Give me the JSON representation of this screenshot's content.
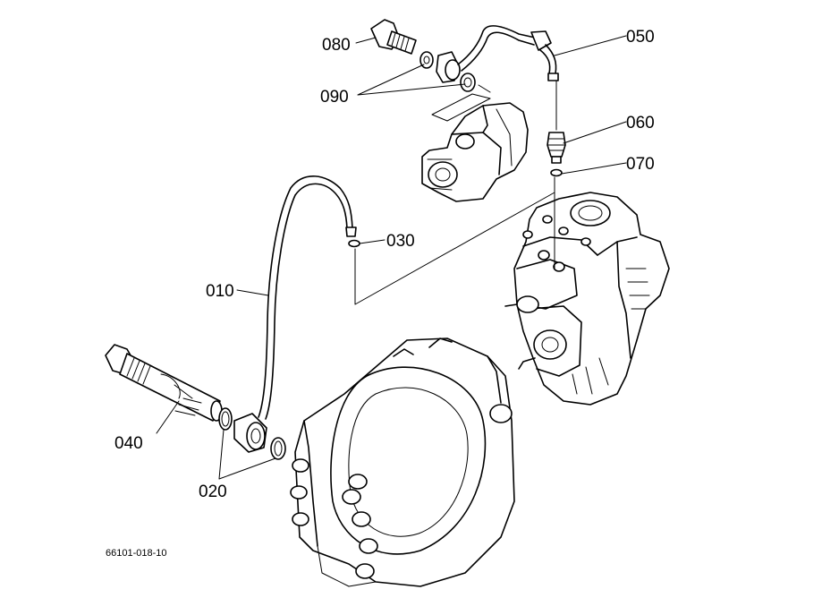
{
  "diagram": {
    "part_labels": {
      "p010": "010",
      "p020": "020",
      "p030": "030",
      "p040": "040",
      "p050": "050",
      "p060": "060",
      "p070": "070",
      "p080": "080",
      "p090": "090"
    },
    "footer_code": "66101-018-10"
  },
  "colors": {
    "line": "#000000",
    "background": "#ffffff"
  }
}
